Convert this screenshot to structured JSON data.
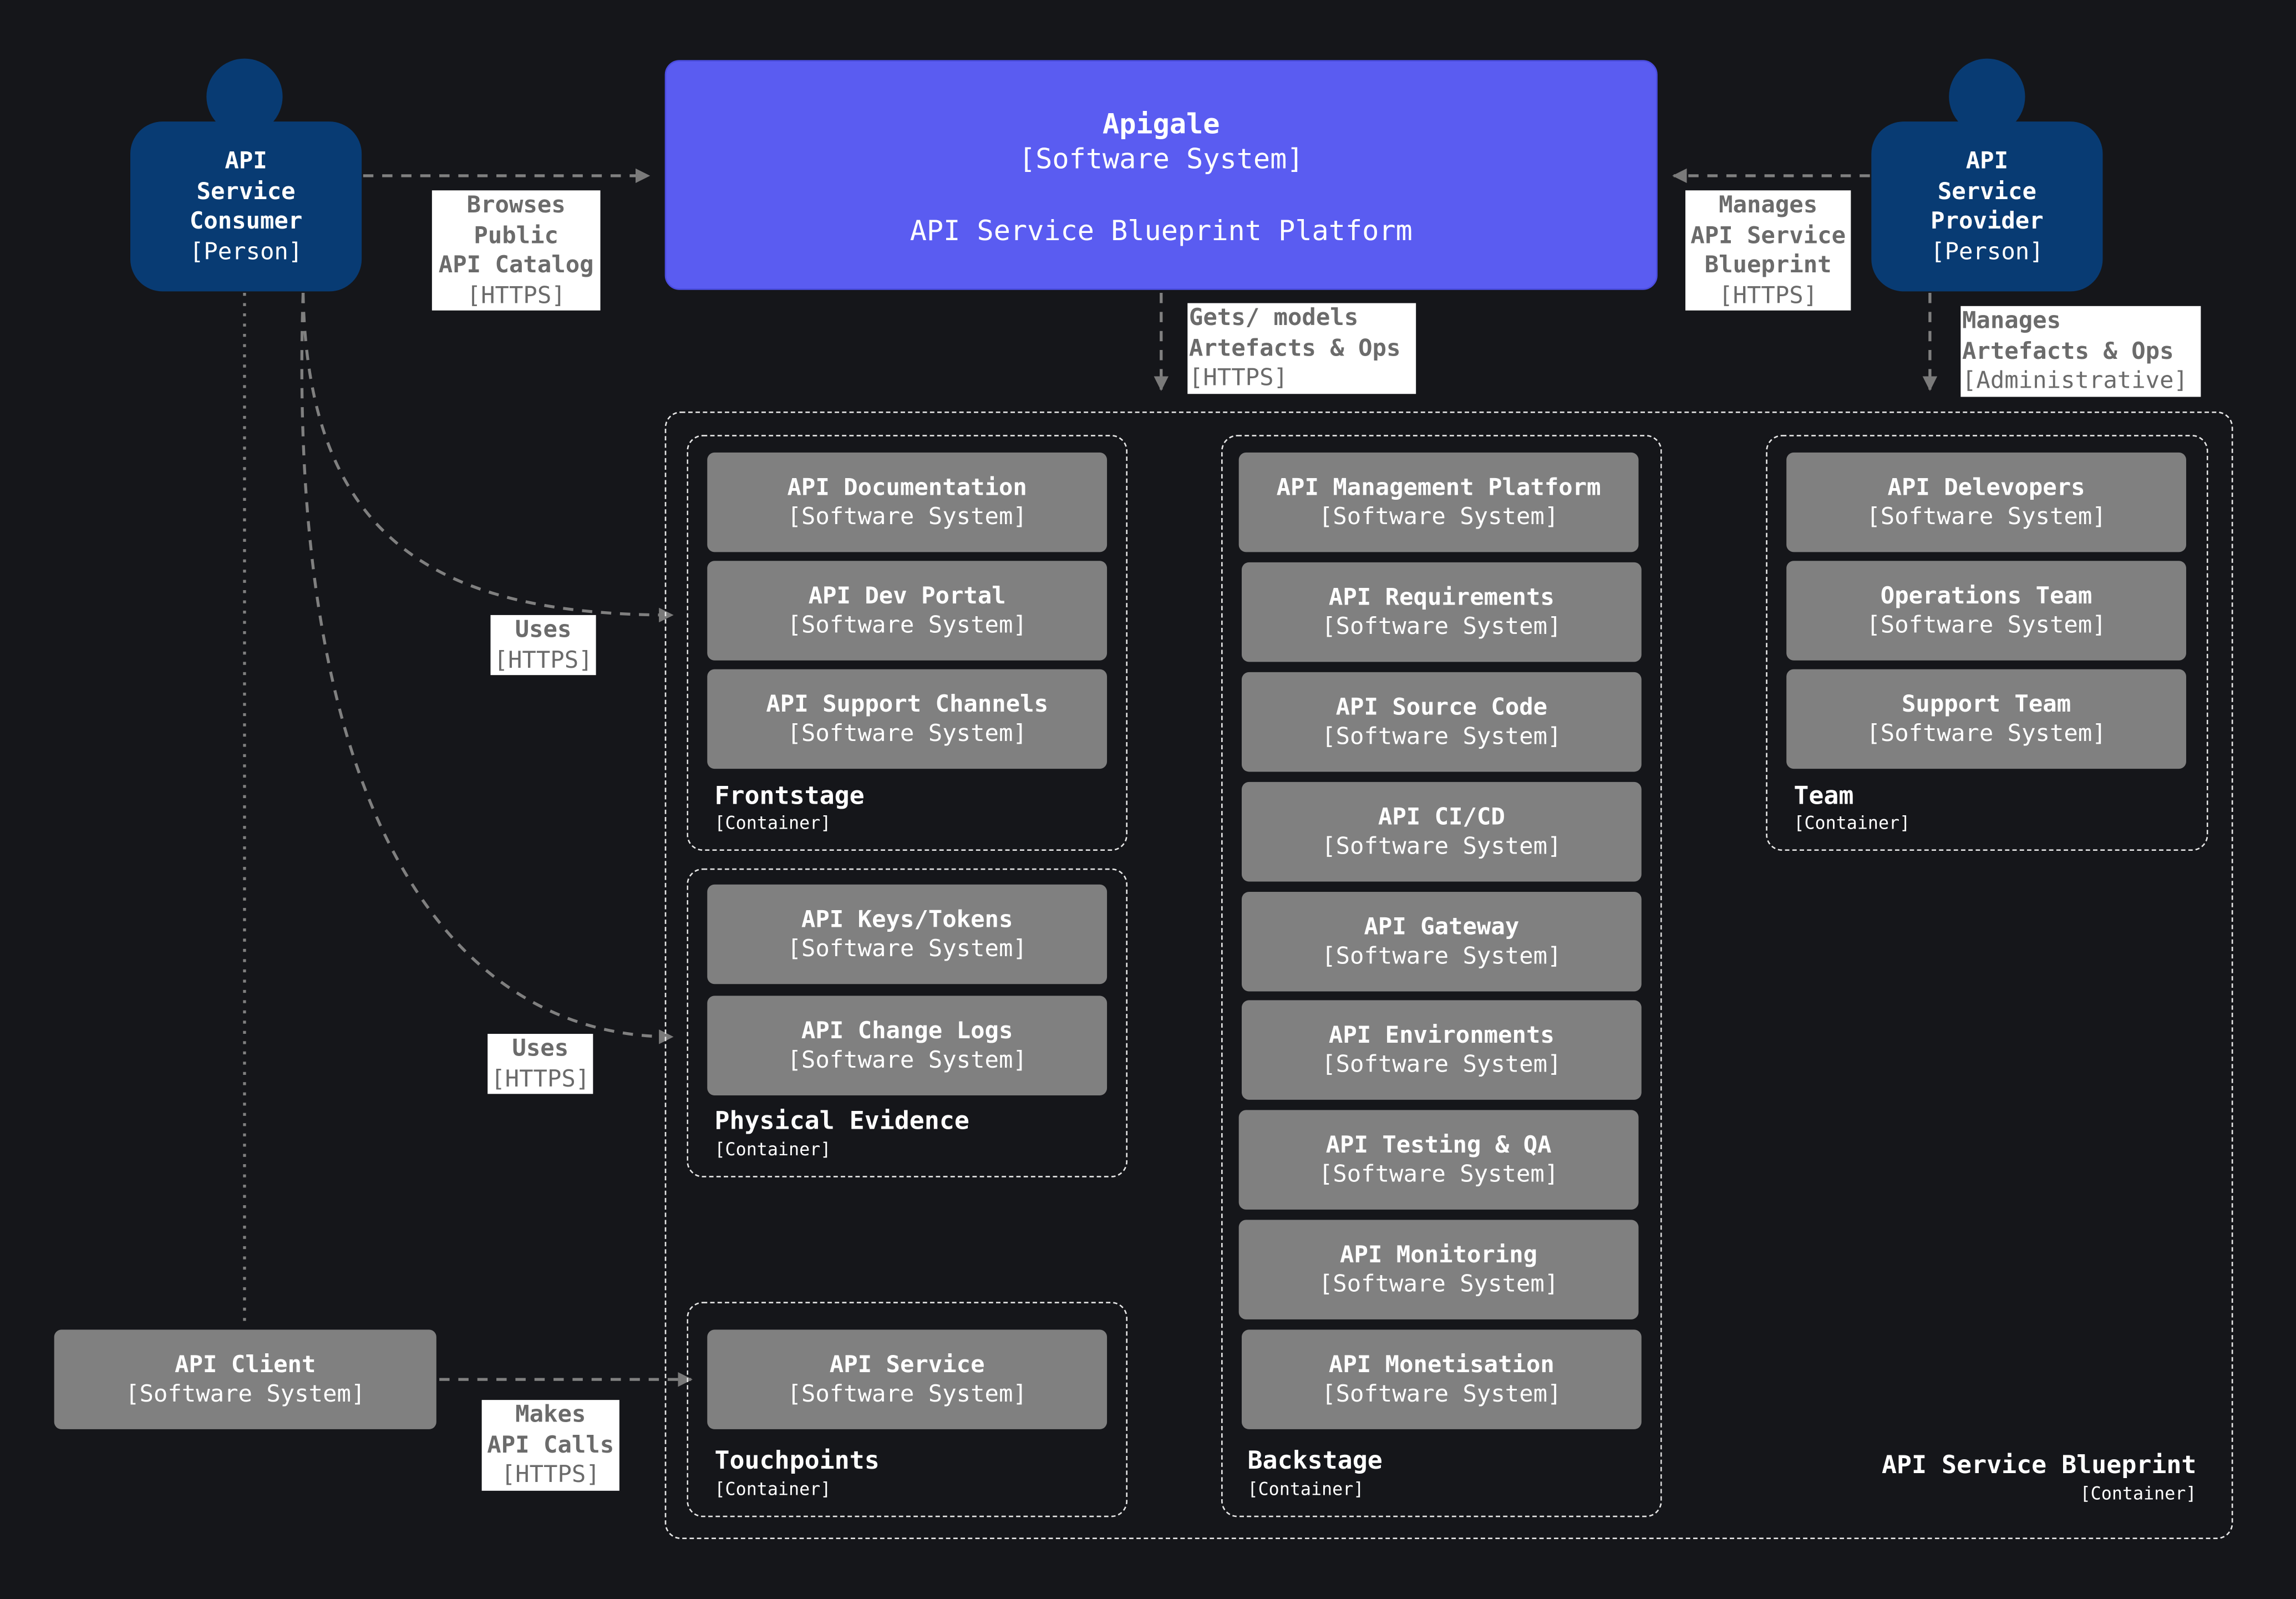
{
  "people": {
    "consumer": {
      "name_lines": [
        "API",
        "Service",
        "Consumer"
      ],
      "kind": "[Person]"
    },
    "provider": {
      "name_lines": [
        "API",
        "Service",
        "Provider"
      ],
      "kind": "[Person]"
    }
  },
  "apigale": {
    "name": "Apigale",
    "kind": "[Software System]",
    "description": "API Service Blueprint Platform"
  },
  "api_client": {
    "name": "API Client",
    "kind": "[Software System]"
  },
  "blueprint": {
    "name": "API Service Blueprint",
    "kind": "[Container]"
  },
  "frontstage": {
    "name": "Frontstage",
    "kind": "[Container]",
    "items": [
      {
        "name": "API Documentation",
        "kind": "[Software System]"
      },
      {
        "name": "API Dev Portal",
        "kind": "[Software System]"
      },
      {
        "name": "API Support Channels",
        "kind": "[Software System]"
      }
    ]
  },
  "physical_evidence": {
    "name": "Physical Evidence",
    "kind": "[Container]",
    "items": [
      {
        "name": "API Keys/Tokens",
        "kind": "[Software System]"
      },
      {
        "name": "API Change Logs",
        "kind": "[Software System]"
      }
    ]
  },
  "touchpoints": {
    "name": "Touchpoints",
    "kind": "[Container]",
    "items": [
      {
        "name": "API Service",
        "kind": "[Software System]"
      }
    ]
  },
  "backstage": {
    "name": "Backstage",
    "kind": "[Container]",
    "items": [
      {
        "name": "API Management Platform",
        "kind": "[Software System]"
      },
      {
        "name": "API Requirements",
        "kind": "[Software System]"
      },
      {
        "name": "API Source Code",
        "kind": "[Software System]"
      },
      {
        "name": "API CI/CD",
        "kind": "[Software System]"
      },
      {
        "name": "API Gateway",
        "kind": "[Software System]"
      },
      {
        "name": "API Environments",
        "kind": "[Software System]"
      },
      {
        "name": "API Testing & QA",
        "kind": "[Software System]"
      },
      {
        "name": "API Monitoring",
        "kind": "[Software System]"
      },
      {
        "name": "API Monetisation",
        "kind": "[Software System]"
      }
    ]
  },
  "team": {
    "name": "Team",
    "kind": "[Container]",
    "items": [
      {
        "name": "API Delevopers",
        "kind": "[Software System]"
      },
      {
        "name": "Operations Team",
        "kind": "[Software System]"
      },
      {
        "name": "Support Team",
        "kind": "[Software System]"
      }
    ]
  },
  "relations": {
    "browses": {
      "lines": [
        "Browses",
        "Public",
        "API Catalog"
      ],
      "tech": "[HTTPS]"
    },
    "manages_blueprint": {
      "lines": [
        "Manages",
        "API Service",
        "Blueprint"
      ],
      "tech": "[HTTPS]"
    },
    "gets_models": {
      "lines": [
        "Gets/ models",
        "Artefacts & Ops"
      ],
      "tech": "[HTTPS]"
    },
    "manages_ops": {
      "lines": [
        "Manages",
        "Artefacts & Ops"
      ],
      "tech": "[Administrative]"
    },
    "uses_frontstage": {
      "lines": [
        "Uses"
      ],
      "tech": "[HTTPS]"
    },
    "uses_evidence": {
      "lines": [
        "Uses"
      ],
      "tech": "[HTTPS]"
    },
    "makes_calls": {
      "lines": [
        "Makes",
        "API Calls"
      ],
      "tech": "[HTTPS]"
    }
  },
  "colors": {
    "background": "#15161a",
    "person": "#083b73",
    "focus_system": "#5a5cf1",
    "system": "#808080",
    "connector": "#808080",
    "boundary": "#e6e6e6"
  }
}
